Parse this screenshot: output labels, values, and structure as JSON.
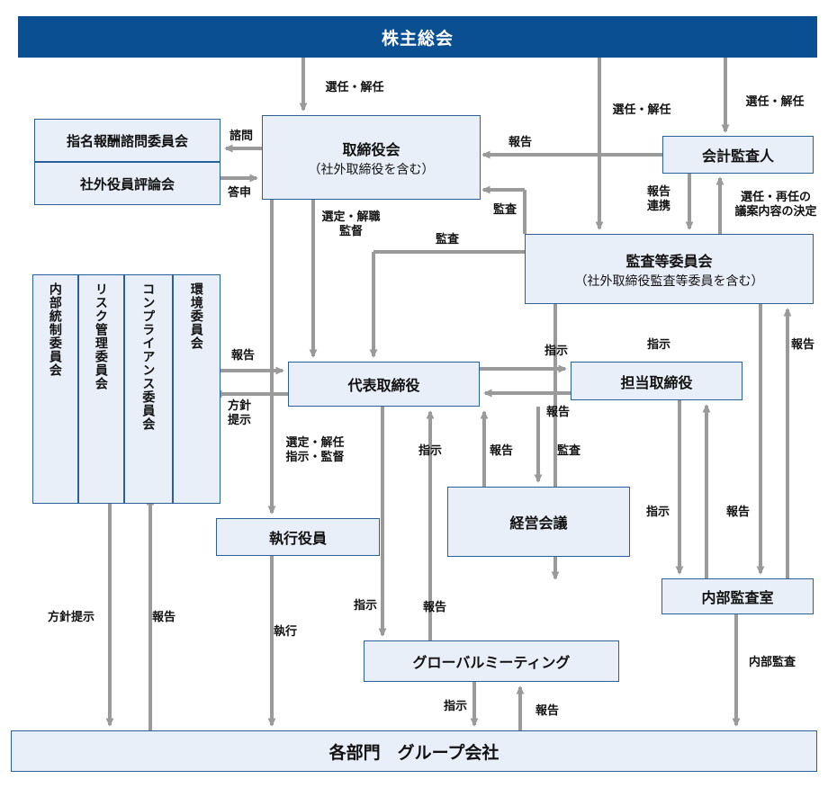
{
  "diagram": {
    "title": "株主総会",
    "type": "corporate-governance-flow",
    "colors": {
      "banner_bg": "#0b4f93",
      "node_bg": "#e8eff9",
      "node_border": "#2a6099",
      "arrow": "#9a9a9a",
      "text": "#111111"
    },
    "nodes": {
      "shareholders_meeting": "株主総会",
      "board_of_directors_main": "取締役会",
      "board_of_directors_sub": "（社外取締役を含む）",
      "nomination_comp_committee": "指名報酬諮問委員会",
      "outside_officer_review": "社外役員評論会",
      "accounting_auditor": "会計監査人",
      "audit_committee_main": "監査等委員会",
      "audit_committee_sub": "（社外取締役監査等委員を含む）",
      "representative_director": "代表取締役",
      "responsible_director": "担当取締役",
      "executive_officer": "執行役員",
      "management_meeting": "経営会議",
      "internal_audit_office": "内部監査室",
      "global_meeting": "グローバルミーティング",
      "departments_group": "各部門　グループ会社",
      "internal_control_committee": "内部統制委員会",
      "risk_management_committee": "リスク管理委員会",
      "compliance_committee": "コンプライアンス委員会",
      "environment_committee": "環境委員会"
    },
    "edge_labels": {
      "appoint_dismiss_board": "選任・解任",
      "appoint_dismiss_audit": "選任・解任",
      "appoint_dismiss_accountant": "選任・解任",
      "consult": "諮問",
      "reply": "答申",
      "report_to_board": "報告",
      "audit_to_board": "監査",
      "audit_to_rep": "監査",
      "report_liaison": "報告\n連携",
      "appoint_reappoint_agenda": "選任・再任の\n議案内容の決定",
      "select_dismiss_supervise": "選定・解職\n監督",
      "report_committees": "報告",
      "policy_presentation": "方針\n提示",
      "select_dismiss_direct_supervise": "選定・解任\n指示・監督",
      "instruct_to_resp_director": "指示",
      "report_from_resp_director": "報告",
      "audit_to_internal_office": "監査",
      "instruct_mgmt_meeting": "指示",
      "report_mgmt_meeting": "報告",
      "report_mgmt_meeting2": "報告",
      "instruct_internal_audit": "指示",
      "report_internal_audit": "報告",
      "instruct_internal_audit2": "指示",
      "report_internal_audit2": "報告",
      "policy_presentation_bottom": "方針提示",
      "report_bottom": "報告",
      "execute": "執行",
      "instruct_global": "指示",
      "report_global": "報告",
      "instruct_departments": "指示",
      "report_departments": "報告",
      "internal_audit": "内部監査"
    }
  }
}
